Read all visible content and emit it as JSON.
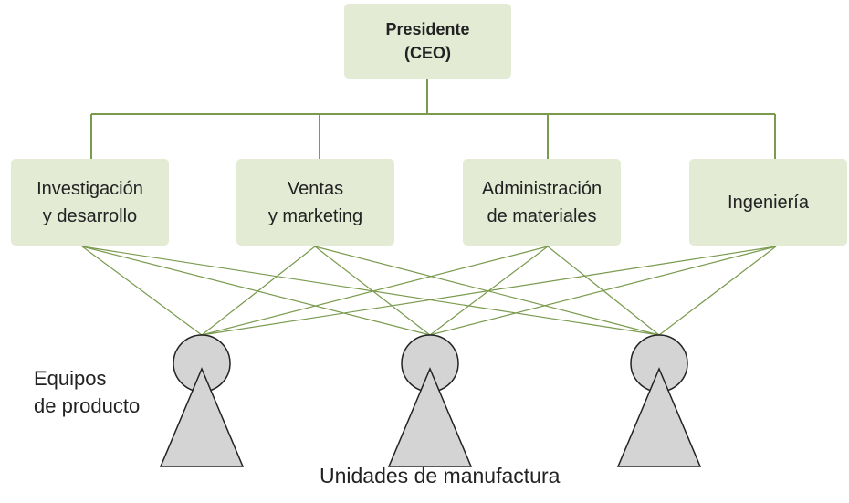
{
  "ceo": {
    "label": "Presidente\n(CEO)"
  },
  "departments": [
    {
      "label": "Investigación\ny desarrollo"
    },
    {
      "label": "Ventas\ny marketing"
    },
    {
      "label": "Administración\nde materiales"
    },
    {
      "label": "Ingeniería"
    }
  ],
  "product_teams_label": "Equipos\nde producto",
  "manufacturing_units_label": "Unidades de manufactura",
  "product_teams_count": 3,
  "colors": {
    "box_fill": "#e3ebd5",
    "connector": "#7a9a4e",
    "team_shape_fill": "#d4d4d4",
    "team_shape_stroke": "#222222",
    "text": "#222222"
  }
}
